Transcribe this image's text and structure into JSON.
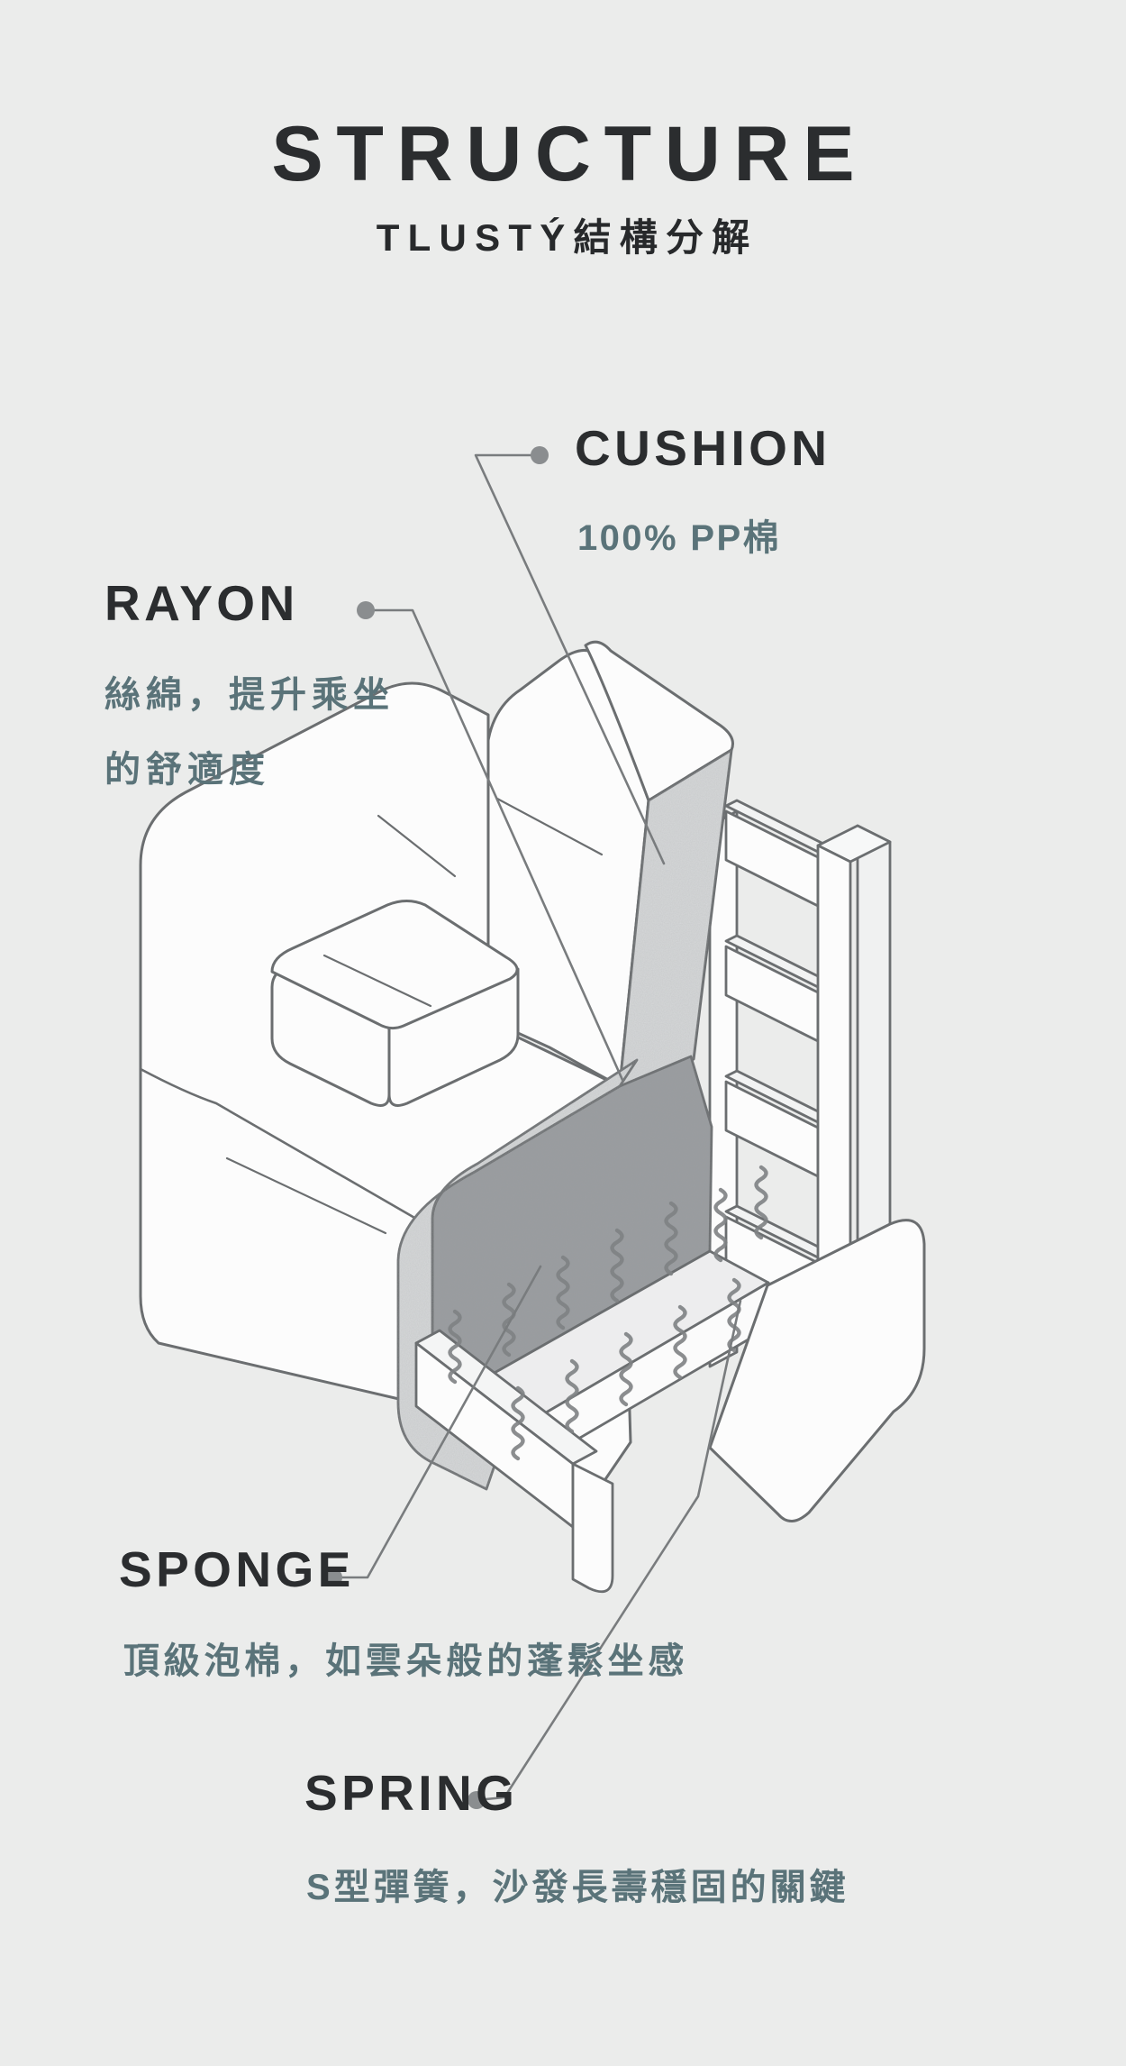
{
  "page": {
    "background": "#ebeceb"
  },
  "header": {
    "title": "STRUCTURE",
    "subtitle": "TLUSTÝ結構分解"
  },
  "callouts": {
    "cushion": {
      "label": "CUSHION",
      "description": "100% PP棉"
    },
    "rayon": {
      "label": "RAYON",
      "description_line1": "絲綿，提升乘坐",
      "description_line2": "的舒適度"
    },
    "sponge": {
      "label": "SPONGE",
      "description": "頂級泡棉，如雲朵般的蓬鬆坐感"
    },
    "spring": {
      "label": "SPRING",
      "description": "S型彈簧，沙發長壽穩固的關鍵"
    }
  },
  "diagram": {
    "subject": "sofa-exploded-structure",
    "parts": [
      "back-cushion",
      "rayon-wrap",
      "sponge-panel",
      "spring-deck",
      "frame-ladder",
      "seat-body",
      "armrest-cushion",
      "front-rail",
      "side-body"
    ]
  },
  "colors": {
    "accent_teal": "#5a7379",
    "label_dark": "#2b2d2f",
    "line_gray": "#6b6e70",
    "dot_gray": "#8a8d8f",
    "sponge_gray": "#9a9da0",
    "wrap_gray": "#d6d8d9",
    "bg": "#ebeceb"
  }
}
